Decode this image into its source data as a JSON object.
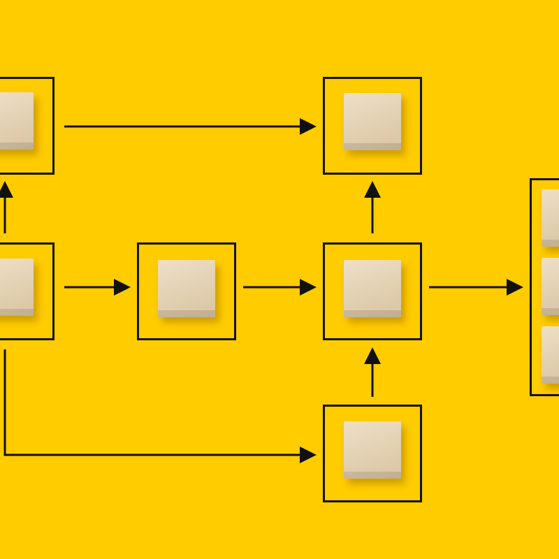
{
  "colors": {
    "background": "#FFCC00",
    "stroke": "#111111",
    "block_light": "#EEDFC6",
    "block_dark": "#D9C4A2"
  },
  "diagram": {
    "nodes": [
      {
        "id": "top-left",
        "blocks": 1,
        "clipped": "left"
      },
      {
        "id": "mid-left",
        "blocks": 1,
        "clipped": "left"
      },
      {
        "id": "mid-center-left",
        "blocks": 1
      },
      {
        "id": "top-center",
        "blocks": 1
      },
      {
        "id": "mid-center-right",
        "blocks": 1
      },
      {
        "id": "bottom-center",
        "blocks": 1
      },
      {
        "id": "right-stack",
        "blocks": 3,
        "clipped": "right"
      }
    ],
    "edges": [
      {
        "from": "mid-left",
        "to": "top-left"
      },
      {
        "from": "top-left",
        "to": "top-center"
      },
      {
        "from": "mid-left",
        "to": "mid-center-left"
      },
      {
        "from": "mid-center-left",
        "to": "mid-center-right"
      },
      {
        "from": "mid-center-right",
        "to": "top-center"
      },
      {
        "from": "mid-left",
        "to": "bottom-center"
      },
      {
        "from": "bottom-center",
        "to": "mid-center-right"
      },
      {
        "from": "mid-center-right",
        "to": "right-stack"
      }
    ]
  }
}
